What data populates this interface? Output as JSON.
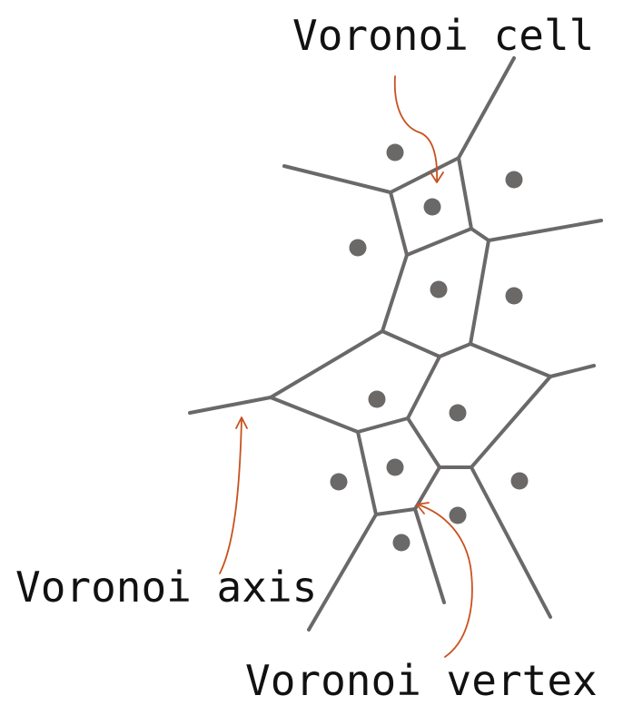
{
  "labels": {
    "cell": "Voronoi cell",
    "axis": "Voronoi axis",
    "vertex": "Voronoi vertex"
  },
  "colors": {
    "edge": "#6b6868",
    "site": "#6b6868",
    "annotation_arrow": "#c8521f",
    "text": "#111111",
    "background": "#ffffff"
  }
}
